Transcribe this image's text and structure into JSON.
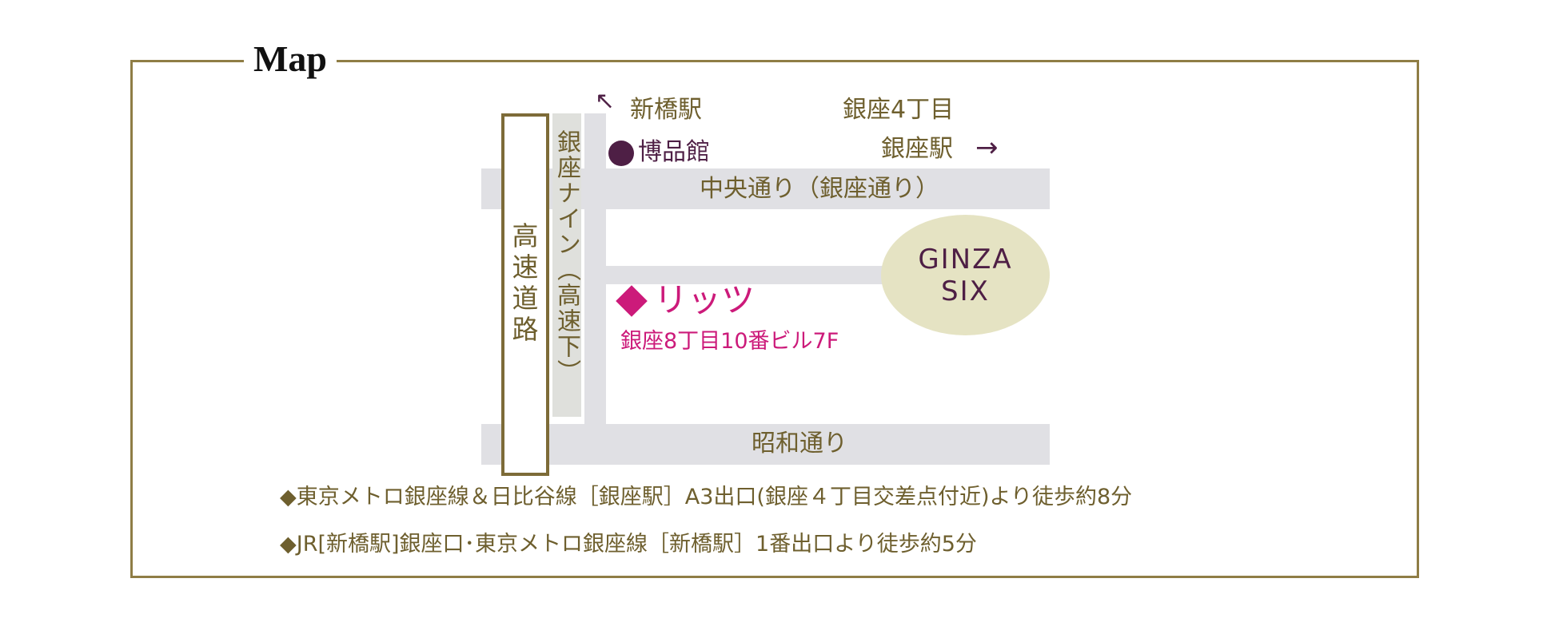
{
  "title": "Map",
  "labels": {
    "shinbashi_station": "新橋駅",
    "ginza4_line1": "銀座4丁目",
    "ginza4_line2": "銀座駅",
    "hakuhinkan": "博品館",
    "chuo_dori": "中央通り（銀座通り）",
    "ginza_nine": "銀座ナイン（高速下）",
    "expressway": "高速道路",
    "ginza_six": [
      "GINZA",
      "SIX"
    ],
    "ritz": "リッツ",
    "ritz_address": "銀座8丁目10番ビル7F",
    "showa_dori": "昭和通り"
  },
  "access": [
    "◆東京メトロ銀座線＆日比谷線［銀座駅］A3出口(銀座４丁目交差点付近)より徒歩約8分",
    "◆JR[新橋駅]銀座口･東京メトロ銀座線［新橋駅］1番出口より徒歩約5分"
  ],
  "colors": {
    "frame": "#8f7d45",
    "text": "#6e5f2e",
    "purple": "#4e1f45",
    "magenta": "#cc1a7a",
    "road": "#e0e0e4",
    "ginza_six": "#e5e3c3"
  }
}
